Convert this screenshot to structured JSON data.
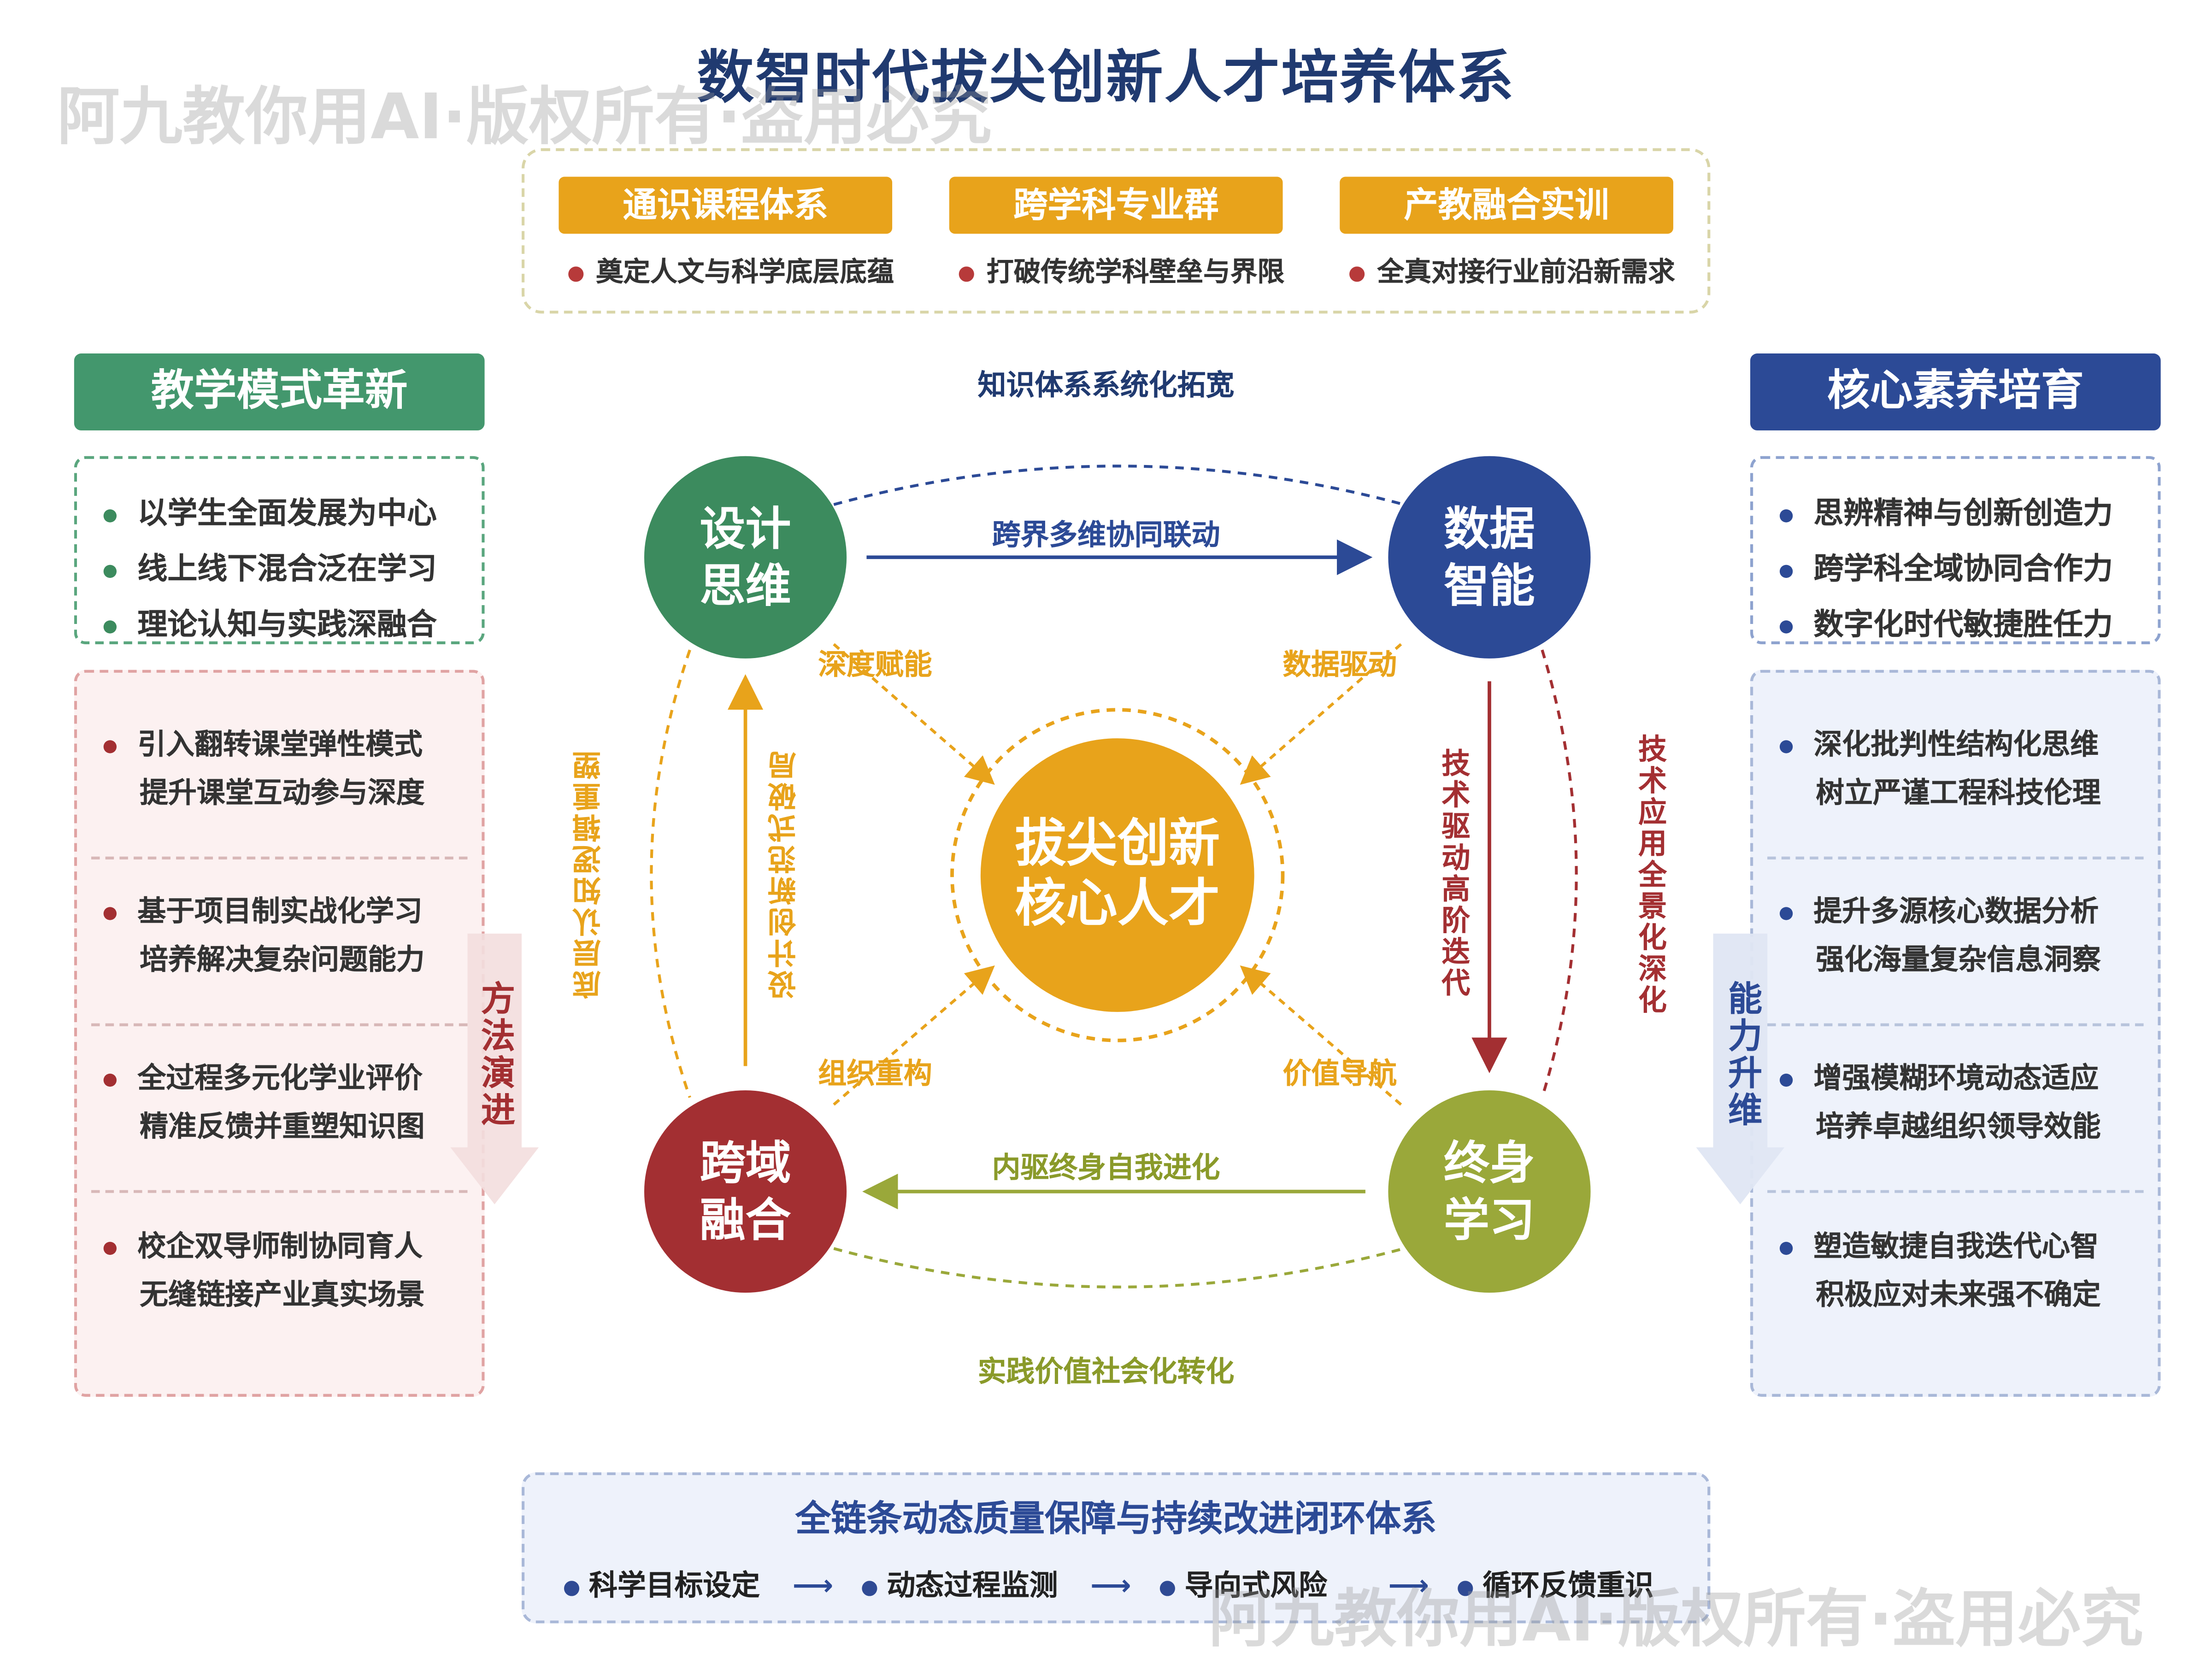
{
  "title": "数智时代拔尖创新人才培养体系",
  "watermark": "阿九教你用AI·版权所有·盗用必究",
  "top": {
    "pillars": [
      {
        "label": "通识课程体系",
        "desc": "奠定人文与科学底层底蕴"
      },
      {
        "label": "跨学科专业群",
        "desc": "打破传统学科壁垒与界限"
      },
      {
        "label": "产教融合实训",
        "desc": "全真对接行业前沿新需求"
      }
    ]
  },
  "left": {
    "header": "教学模式革新",
    "items": [
      "以学生全面发展为中心",
      "线上线下混合泛在学习",
      "理论认知与实践深融合"
    ],
    "cards": [
      [
        "引入翻转课堂弹性模式",
        "提升课堂互动参与深度"
      ],
      [
        "基于项目制实战化学习",
        "培养解决复杂问题能力"
      ],
      [
        "全过程多元化学业评价",
        "精准反馈并重塑知识图"
      ],
      [
        "校企双导师制协同育人",
        "无缝链接产业真实场景"
      ]
    ],
    "arrow_label": "方法演进"
  },
  "right": {
    "header": "核心素养培育",
    "items": [
      "思辨精神与创新创造力",
      "跨学科全域协同合作力",
      "数字化时代敏捷胜任力"
    ],
    "cards": [
      [
        "深化批判性结构化思维",
        "树立严谨工程科技伦理"
      ],
      [
        "提升多源核心数据分析",
        "强化海量复杂信息洞察"
      ],
      [
        "增强模糊环境动态适应",
        "培养卓越组织领导效能"
      ],
      [
        "塑造敏捷自我迭代心智",
        "积极应对未来强不确定"
      ]
    ],
    "arrow_label": "能力升维"
  },
  "center": {
    "core": "拔尖创新核心人才",
    "core_lines": [
      "拔尖创新",
      "核心人才"
    ],
    "nodes": {
      "tl": {
        "lines": [
          "设计",
          "思维"
        ],
        "color": "#3c8b5e"
      },
      "tr": {
        "lines": [
          "数据",
          "智能"
        ],
        "color": "#2c4a96"
      },
      "bl": {
        "lines": [
          "跨域",
          "融合"
        ],
        "color": "#a32f32"
      },
      "br": {
        "lines": [
          "终身",
          "学习"
        ],
        "color": "#9aa83a"
      }
    },
    "outer_labels": {
      "top": "知识体系系统化拓宽",
      "bottom": "实践价值社会化转化",
      "left": "底层认知逻辑重塑",
      "right": "技术应用全景化深化"
    },
    "edge_labels": {
      "top": "跨界多维协同联动",
      "bottom": "内驱终身自我进化",
      "left": "设计创新范式破局",
      "right": "技术驱动高阶迭代"
    },
    "diag_labels": {
      "tl": "深度赋能",
      "tr": "数据驱动",
      "bl": "组织重构",
      "br": "价值导航"
    }
  },
  "bottom": {
    "title": "全链条动态质量保障与持续改进闭环体系",
    "steps": [
      "科学目标设定",
      "动态过程监测",
      "导向式风险",
      "循环反馈重识"
    ]
  },
  "colors": {
    "orange": "#e8a31b",
    "green": "#3c8b5e",
    "blue": "#2c4a96",
    "red": "#a32f32",
    "olive": "#9aa83a",
    "navy": "#203a70"
  }
}
